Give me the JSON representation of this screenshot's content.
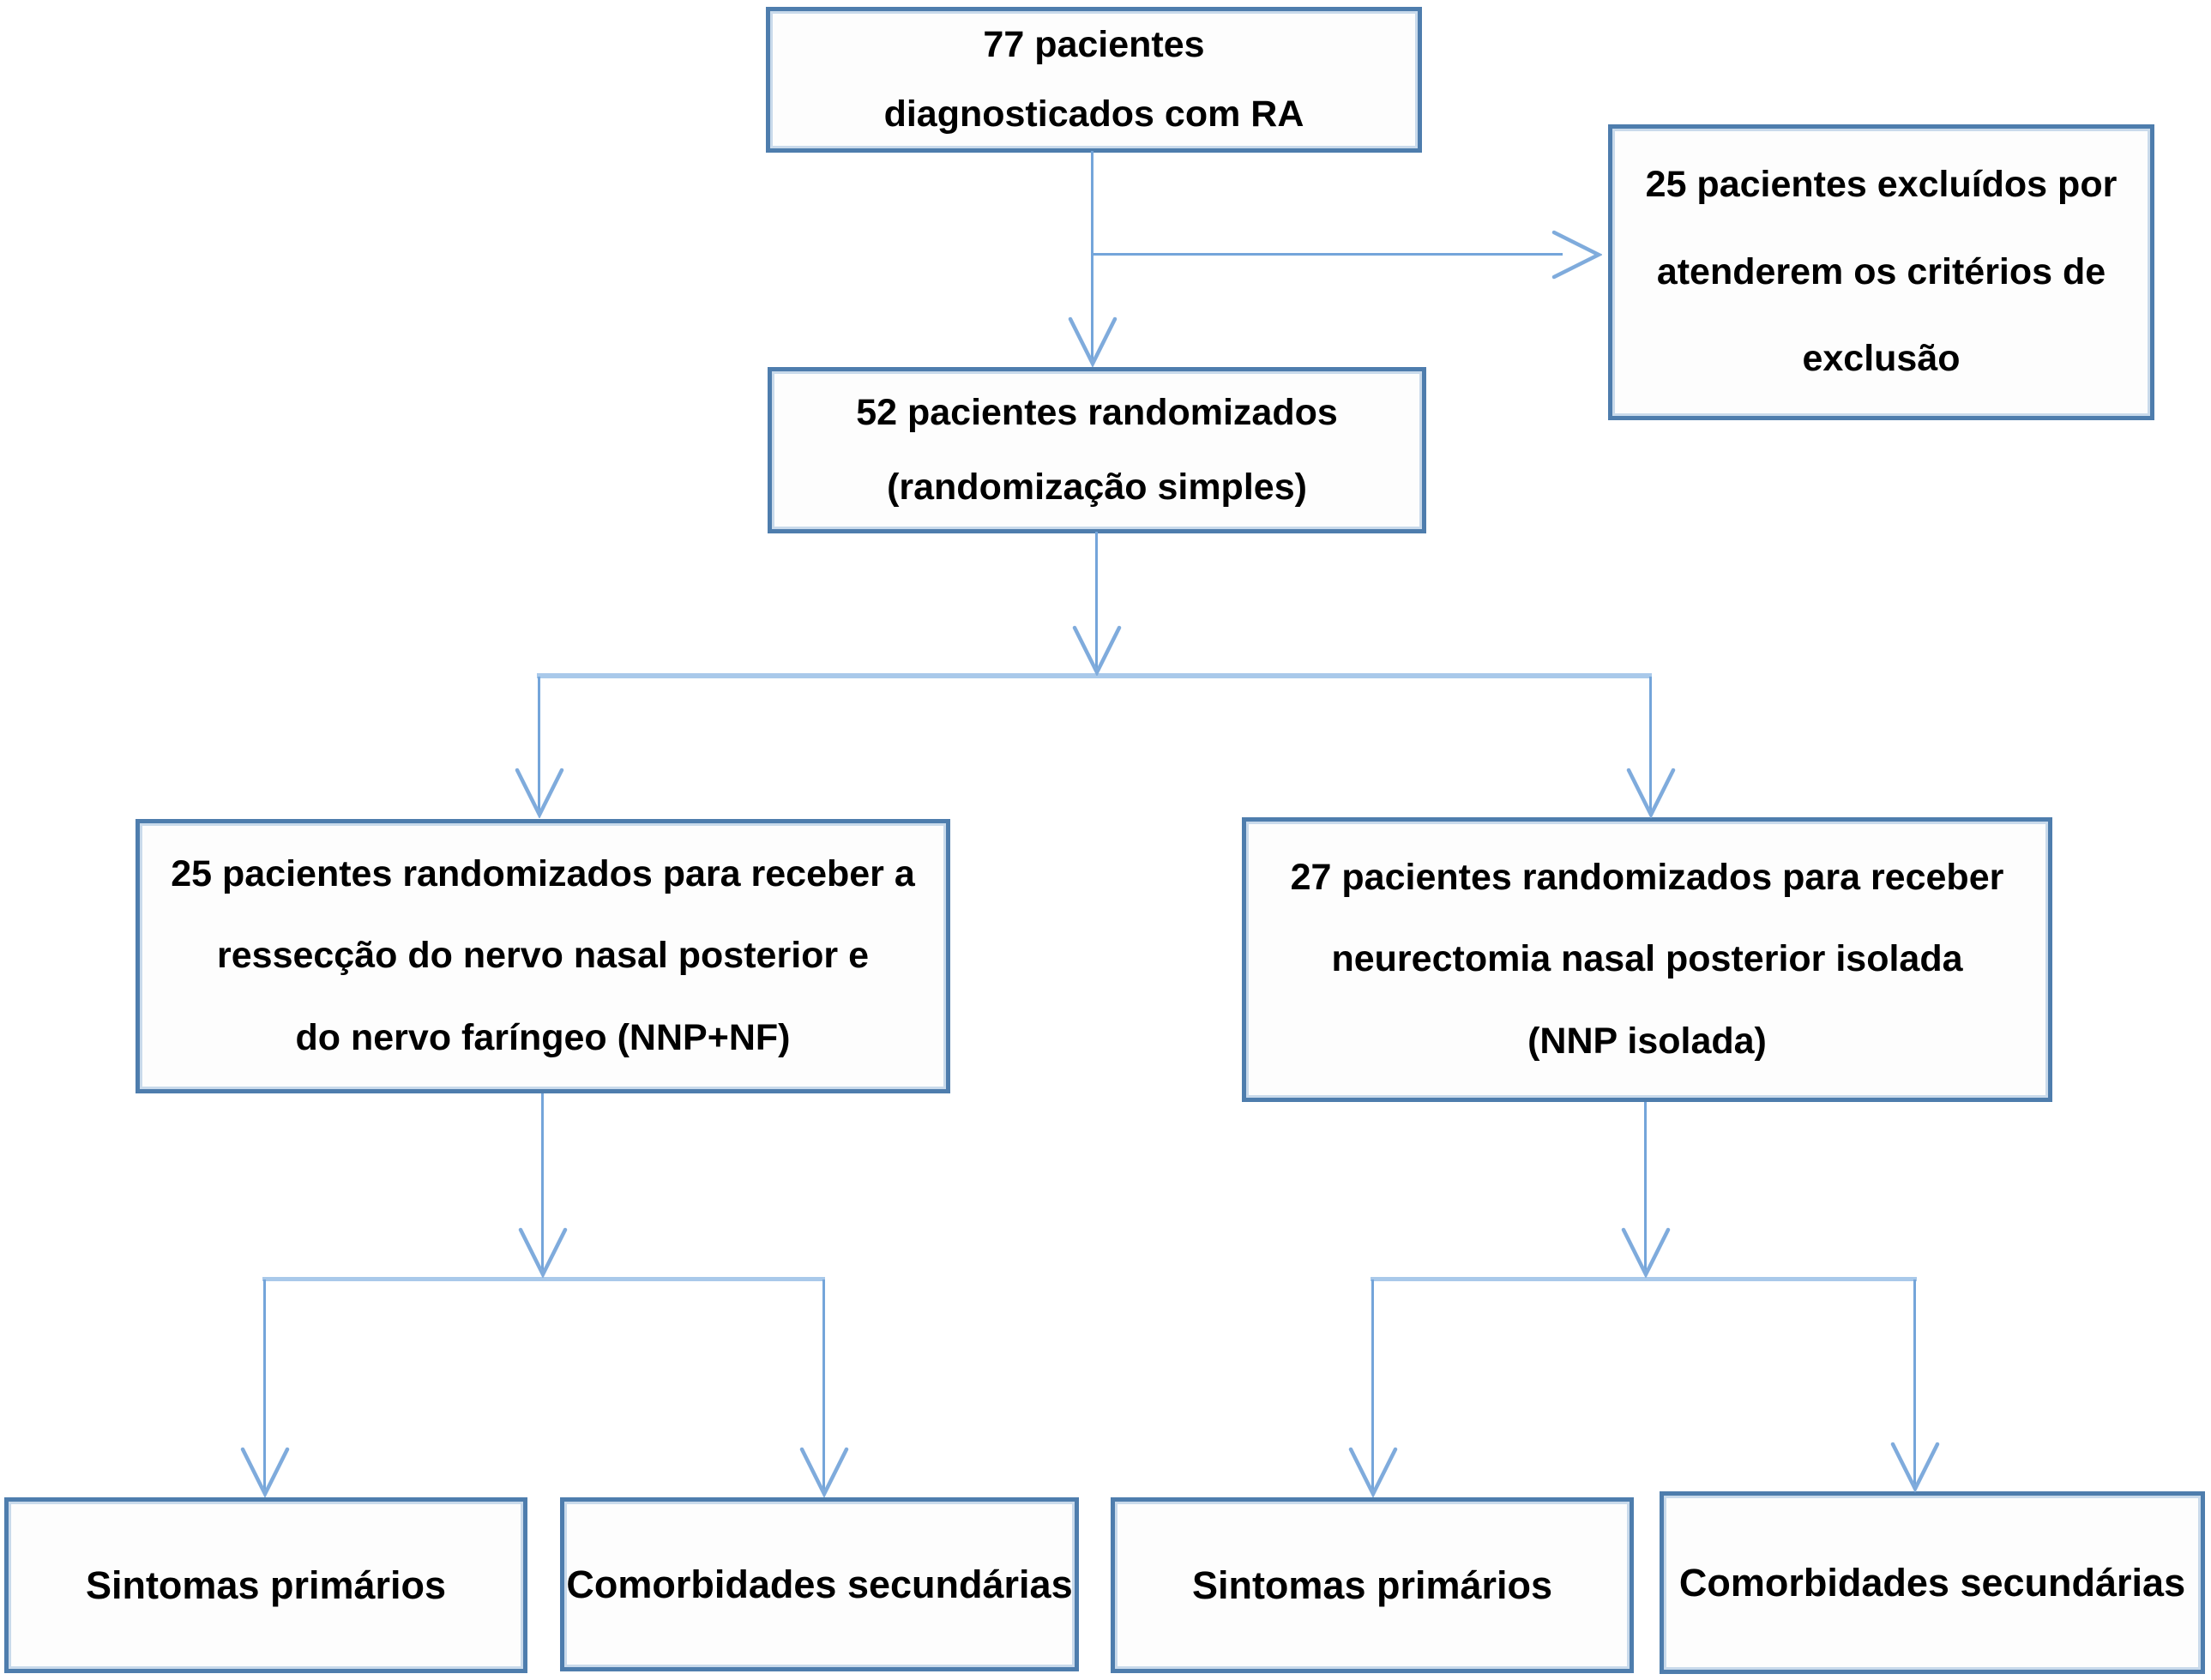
{
  "flowchart": {
    "nodes": {
      "diagnosed": {
        "lines": [
          "77 pacientes",
          "diagnosticados com RA"
        ]
      },
      "excluded": {
        "lines": [
          "25 pacientes excluídos por",
          "atenderem os critérios de",
          "exclusão"
        ]
      },
      "randomized": {
        "lines": [
          "52 pacientes randomizados",
          "(randomização simples)"
        ]
      },
      "nnp_nf": {
        "lines": [
          "25 pacientes randomizados para receber a",
          "ressecção do nervo nasal posterior e",
          "do nervo faríngeo (NNP+NF)"
        ]
      },
      "nnp_isolada": {
        "lines": [
          "27 pacientes randomizados para receber",
          "neurectomia nasal posterior isolada",
          "(NNP isolada)"
        ]
      },
      "left_sintomas": {
        "label": "Sintomas primários"
      },
      "left_comorbidades": {
        "label": "Comorbidades secundárias"
      },
      "right_sintomas": {
        "label": "Sintomas primários"
      },
      "right_comorbidades": {
        "label": "Comorbidades secundárias"
      }
    },
    "colors": {
      "box_border": "#4e7dad",
      "connector": "#74a5da",
      "splitter": "#a9c9ea",
      "text": "#000000",
      "background": "#ffffff"
    }
  }
}
